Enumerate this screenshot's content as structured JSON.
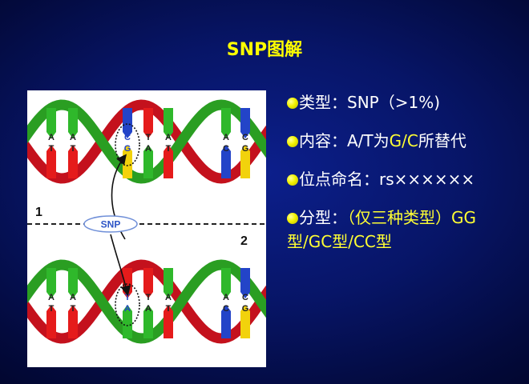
{
  "slide": {
    "title": "SNP图解",
    "title_color": "#ffff00",
    "highlight_color": "#ffff33"
  },
  "figure": {
    "top_bases": [
      [
        "A",
        "T"
      ],
      [
        "A",
        "T"
      ],
      [
        "C",
        "G"
      ],
      [
        "T",
        "A"
      ],
      [
        "A",
        "T"
      ],
      [
        "A",
        "C"
      ],
      [
        "C",
        "G"
      ]
    ],
    "bottom_bases": [
      [
        "A",
        "T"
      ],
      [
        "A",
        "T"
      ],
      [
        "T",
        "A"
      ],
      [
        "T",
        "A"
      ],
      [
        "A",
        "T"
      ],
      [
        "A",
        "C"
      ],
      [
        "C",
        "G"
      ]
    ],
    "panel_top_number": "1",
    "panel_bottom_number": "2",
    "snp_label": "SNP",
    "colors": {
      "green": "#2fb82b",
      "red": "#e51b1b",
      "blue": "#2344c8",
      "yellow": "#f2d20c"
    }
  },
  "bullets": {
    "b1": {
      "text": "类型：SNP（>1%)"
    },
    "b2": {
      "prefix": "内容：A/T为",
      "highlight": "G/C",
      "suffix": "所替代"
    },
    "b3": {
      "text": "位点命名：rs××××××"
    },
    "b4": {
      "prefix": "分型：",
      "highlight": "（仅三种类型）GG型/GC型/CC型"
    }
  }
}
